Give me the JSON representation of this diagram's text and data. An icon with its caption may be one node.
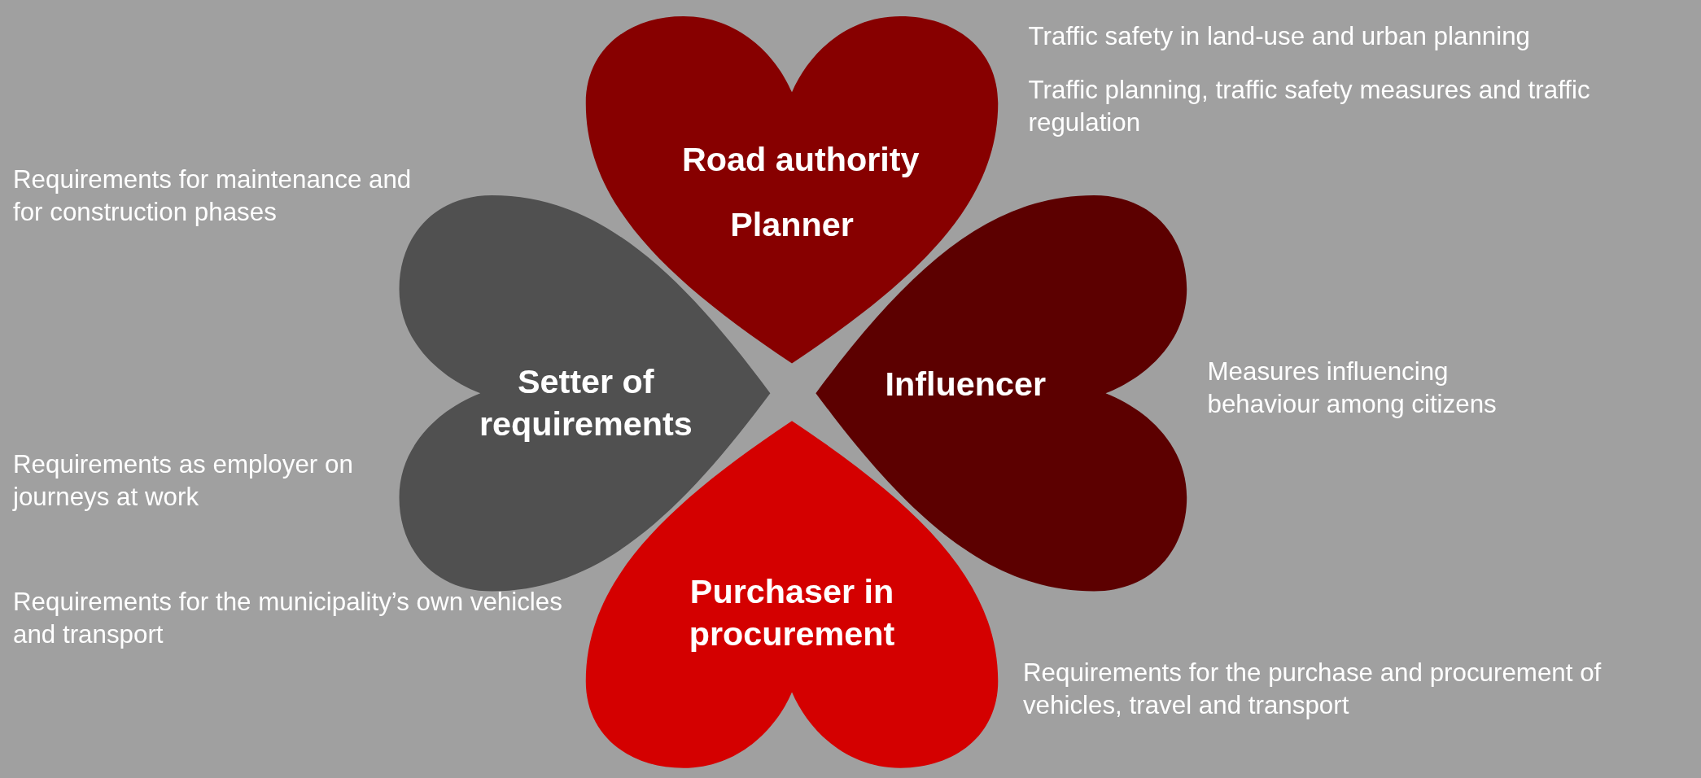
{
  "diagram": {
    "nodes": [
      {
        "text": [
          "Road authority",
          "Planner"
        ],
        "beside": [
          "Traffic safety in land-use and urban planning",
          "Traffic planning, traffic safety measures and traffic regulation"
        ]
      },
      {
        "text": [
          "Setter of requirements"
        ],
        "beside": [
          "Requirements for maintenance and for construction phases",
          "Requirements as employer on journeys at work",
          "Requirements for the municipality’s own vehicles and transport"
        ]
      },
      {
        "text": [
          "Influencer"
        ],
        "beside": [
          "Measures influencing behaviour among citizens"
        ]
      },
      {
        "text": [
          "Purchaser in procurement"
        ],
        "beside": [
          "Requirements for the purchase and procurement of vehicles, travel and transport"
        ]
      }
    ]
  }
}
